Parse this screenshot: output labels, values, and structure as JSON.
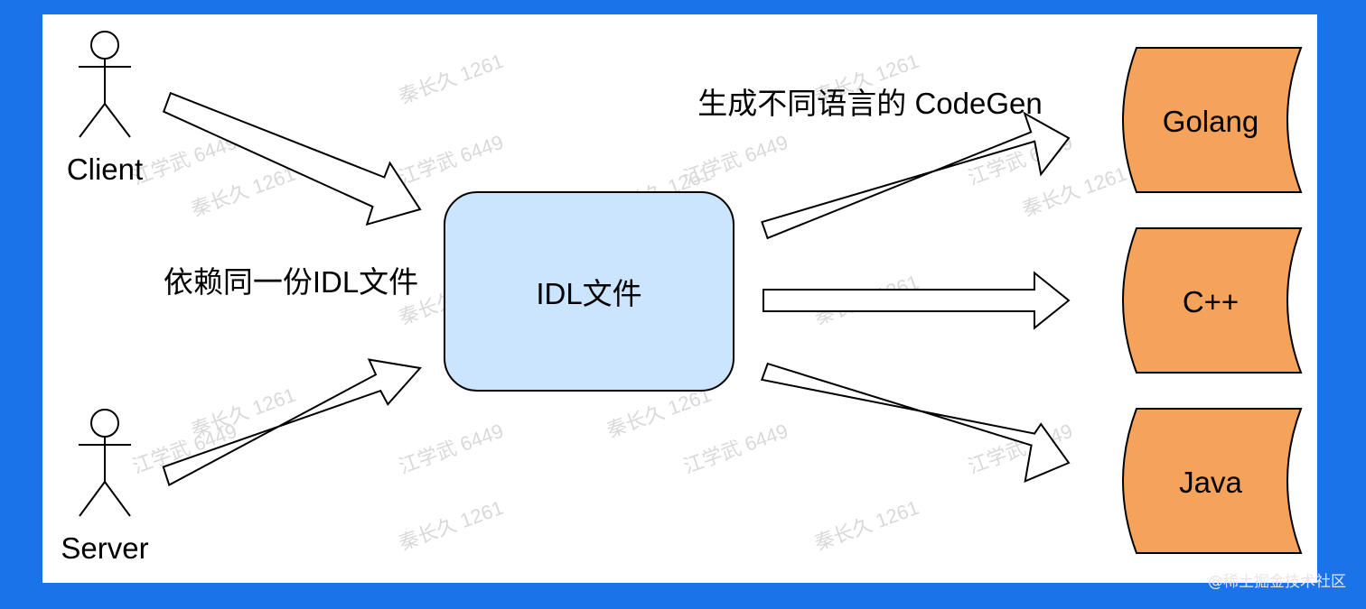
{
  "actors": {
    "client_label": "Client",
    "server_label": "Server"
  },
  "labels": {
    "shared_idl": "依赖同一份IDL文件",
    "codegen": "生成不同语言的 CodeGen"
  },
  "center_box": {
    "label": "IDL文件",
    "fill": "#cce5ff"
  },
  "languages": [
    {
      "label": "Golang"
    },
    {
      "label": "C++"
    },
    {
      "label": "Java"
    }
  ],
  "colors": {
    "frame": "#1a73e8",
    "language_fill": "#f5a35a",
    "watermark": "#d9d9d9"
  },
  "watermarks": {
    "a": "秦长久 1261",
    "b": "江学武 6449"
  },
  "credit": "@稀土掘金技术社区"
}
